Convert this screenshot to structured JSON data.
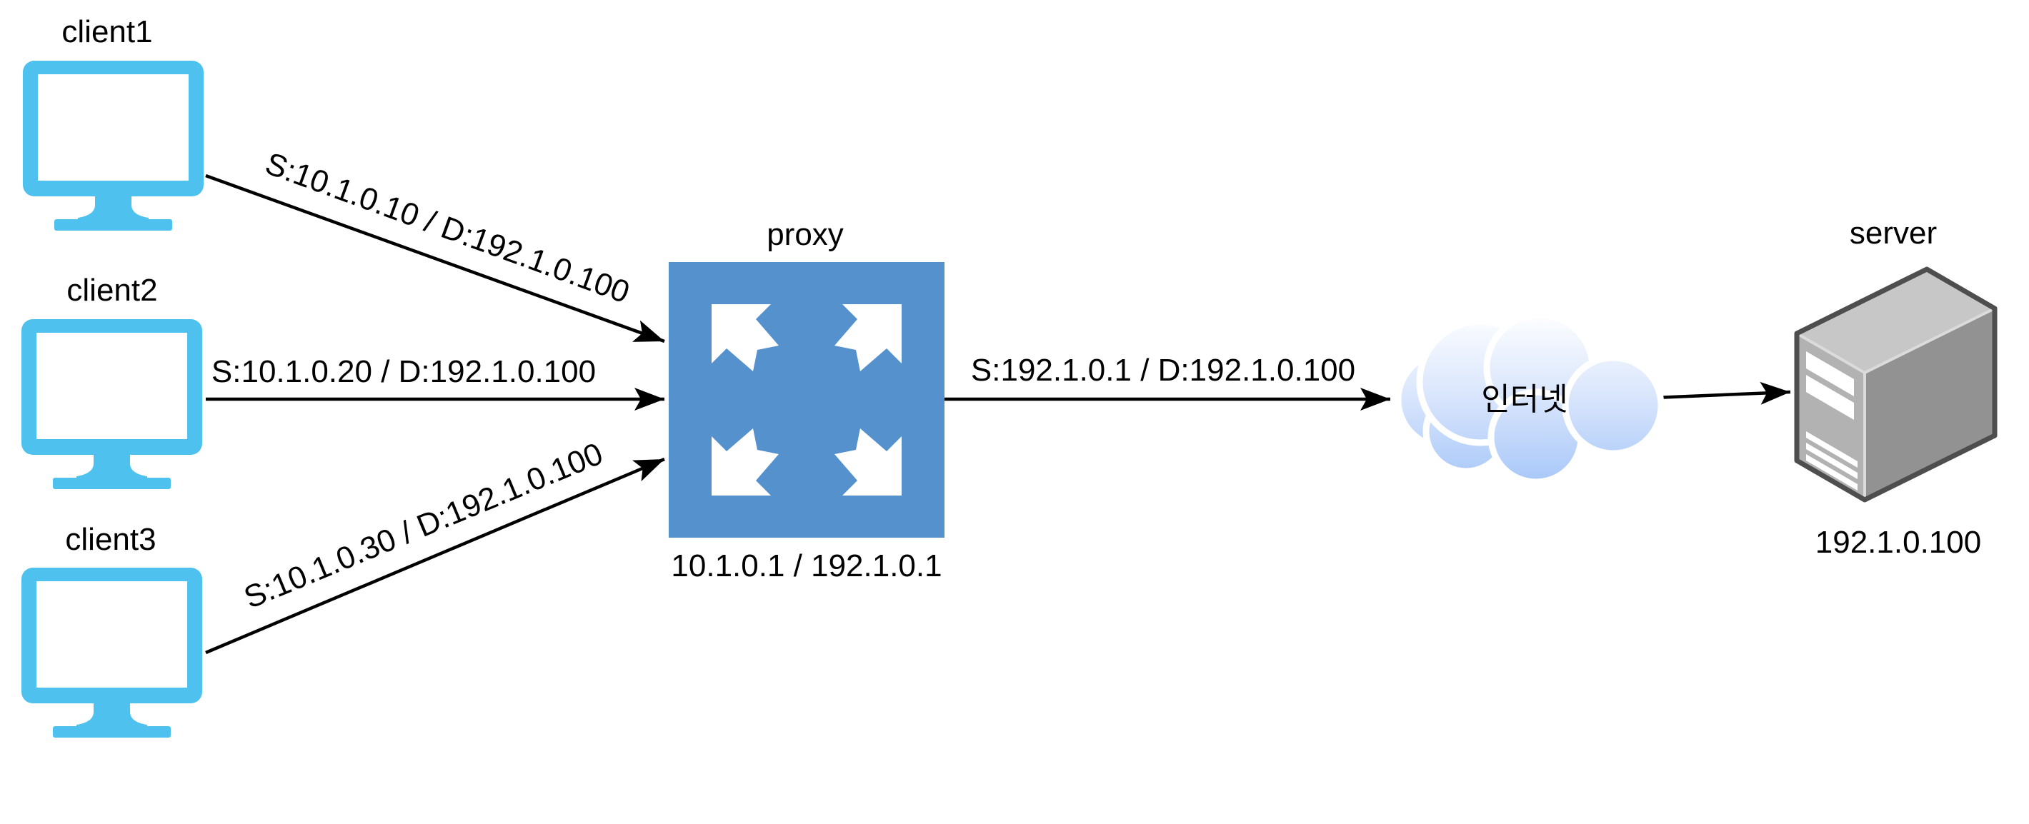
{
  "diagram": {
    "title": "proxy NAT network diagram",
    "type": "network-diagram"
  },
  "nodes": {
    "client1": {
      "label": "client1",
      "icon": "monitor-icon"
    },
    "client2": {
      "label": "client2",
      "icon": "monitor-icon"
    },
    "client3": {
      "label": "client3",
      "icon": "monitor-icon"
    },
    "proxy": {
      "label": "proxy",
      "sublabel": "10.1.0.1 / 192.1.0.1",
      "icon": "switch-icon"
    },
    "internet": {
      "label": "인터넷",
      "icon": "cloud-icon"
    },
    "server": {
      "label": "server",
      "sublabel": "192.1.0.100",
      "icon": "server-icon"
    }
  },
  "edges": {
    "client1_to_proxy": {
      "label": "S:10.1.0.10 / D:192.1.0.100"
    },
    "client2_to_proxy": {
      "label": "S:10.1.0.20 / D:192.1.0.100"
    },
    "client3_to_proxy": {
      "label": "S:10.1.0.30 / D:192.1.0.100"
    },
    "proxy_to_internet": {
      "label": "S:192.1.0.1 / D:192.1.0.100"
    },
    "internet_to_server": {
      "label": ""
    }
  },
  "colors": {
    "monitor": "#4EC1EF",
    "proxyBox": "#5491CD",
    "cloudTop": "#FDFEFF",
    "cloudMid": "#D7E4FC",
    "cloudBottom": "#A5C6F8",
    "serverTop": "#C7C7C7",
    "serverFront": "#B2B2B2",
    "serverRight": "#929292",
    "serverOutline": "#4E4E4E",
    "line": "#000000"
  }
}
